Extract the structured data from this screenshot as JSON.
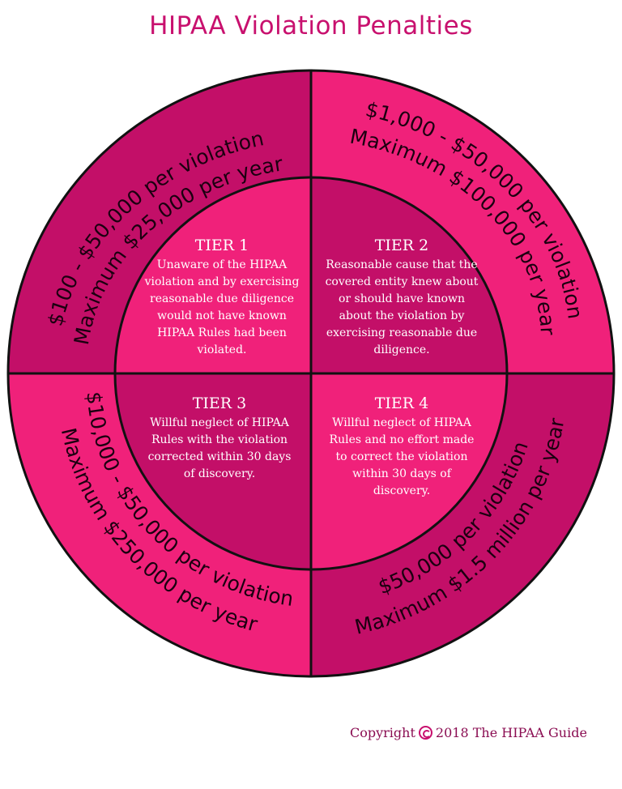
{
  "title": "HIPAA Violation Penalties",
  "colors": {
    "dark": "#c30f68",
    "bright": "#f0217a",
    "outline": "#111111",
    "title": "#c8106e"
  },
  "outer": [
    {
      "line1": "$100 - $50,000 per violation",
      "line2": "Maximum $25,000 per year"
    },
    {
      "line1": "$1,000 - $50,000 per violation",
      "line2": "Maximum $100,000 per year"
    },
    {
      "line1": "$10,000 - $50,000 per violation",
      "line2": "Maximum $250,000  per year"
    },
    {
      "line1": "$50,000 per violation",
      "line2": "Maximum $1.5 million per year"
    }
  ],
  "tiers": [
    {
      "title": "TIER 1",
      "description": "Unaware of the HIPAA violation and by exercising reasonable due diligence would not have known HIPAA Rules had been violated."
    },
    {
      "title": "TIER 2",
      "description": "Reasonable cause that the covered entity knew about or should have known about the violation by exercising reasonable due diligence."
    },
    {
      "title": "TIER 3",
      "description": "Willful neglect of HIPAA Rules with the violation corrected within 30 days of discovery."
    },
    {
      "title": "TIER 4",
      "description": "Willful neglect of HIPAA Rules and no effort made to correct the violation within 30 days of discovery."
    }
  ],
  "copyright": {
    "icon": "copyright-icon",
    "text_before": "Copyright",
    "text_after": "2018 The HIPAA Guide"
  }
}
